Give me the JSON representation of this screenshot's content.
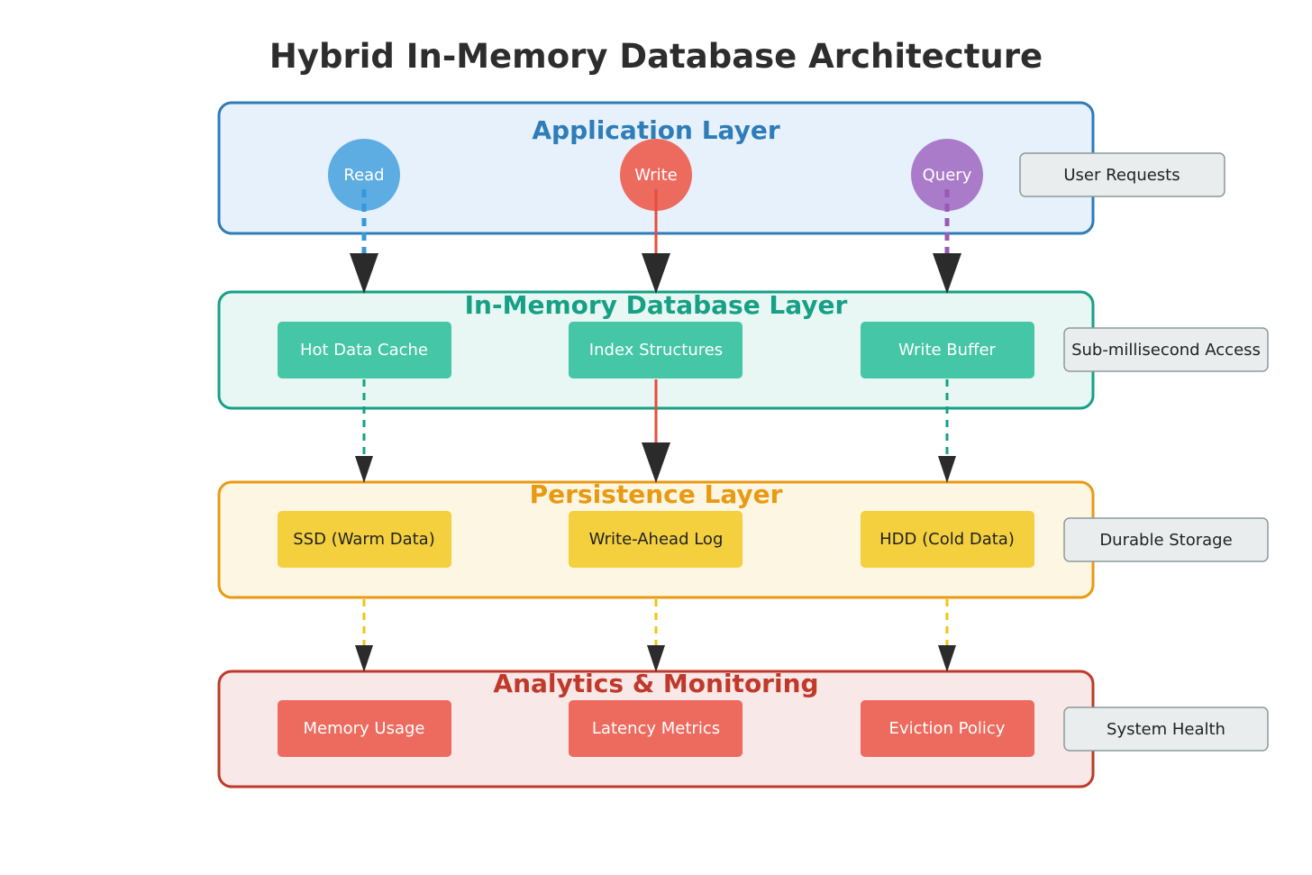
{
  "title": "Hybrid In-Memory Database Architecture",
  "layers": {
    "application": {
      "title": "Application Layer",
      "nodes": [
        "Read",
        "Write",
        "Query"
      ],
      "side_label": "User Requests"
    },
    "memory": {
      "title": "In-Memory Database Layer",
      "nodes": [
        "Hot Data Cache",
        "Index Structures",
        "Write Buffer"
      ],
      "side_label": "Sub-millisecond Access"
    },
    "persistence": {
      "title": "Persistence Layer",
      "nodes": [
        "SSD (Warm Data)",
        "Write-Ahead Log",
        "HDD (Cold Data)"
      ],
      "side_label": "Durable Storage"
    },
    "analytics": {
      "title": "Analytics & Monitoring",
      "nodes": [
        "Memory Usage",
        "Latency Metrics",
        "Eviction Policy"
      ],
      "side_label": "System Health"
    }
  },
  "colors": {
    "application": "#2e7cb8",
    "memory": "#16a085",
    "persistence": "#e89a12",
    "analytics": "#c0392b",
    "read": "#5dade2",
    "write": "#ec6b5e",
    "query": "#a97bc9",
    "memory_node": "#45c6a7",
    "persistence_node": "#f4d03f",
    "analytics_node": "#ec6b5e",
    "side_box": "#e9edee"
  }
}
